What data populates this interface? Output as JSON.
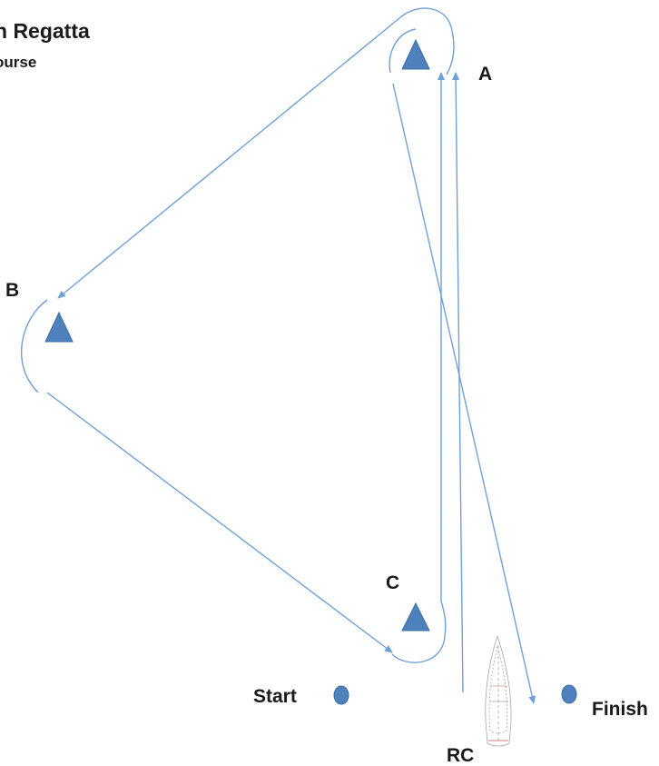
{
  "title": "n Regatta",
  "subtitle": "ourse",
  "marks": {
    "a": {
      "label": "A"
    },
    "b": {
      "label": "B"
    },
    "c": {
      "label": "C"
    }
  },
  "start_label": "Start",
  "finish_label": "Finish",
  "committee_boat_label": "RC",
  "colors": {
    "mark_fill": "#4f81bd",
    "course_line": "#6fa0d6",
    "mark_outline": "#3a6ea8",
    "boat_outline": "#a6a6a6",
    "boat_accent": "#d49a9a"
  }
}
